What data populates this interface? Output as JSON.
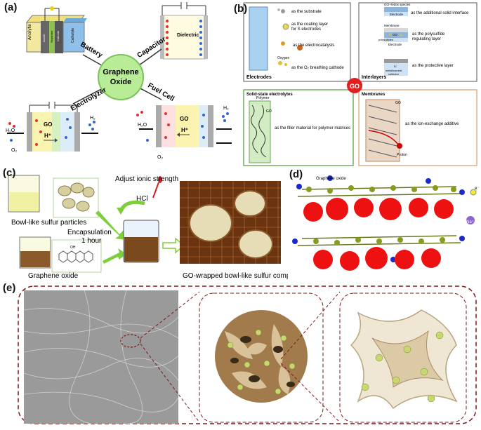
{
  "panel_a": {
    "label": "(a)",
    "center": {
      "line1": "Graphene",
      "line2": "Oxide"
    },
    "spokes": {
      "battery": "Battery",
      "capacitor": "Capacitor",
      "electrolyzer": "Electrolyzer",
      "fuel_cell": "Fuel Cell"
    },
    "battery_layers": [
      "Anolyte",
      "Anode",
      "Separator",
      "Cathode",
      "Catholyte"
    ],
    "capacitor_label": "Dielectric",
    "electrolyzer": {
      "go": "GO",
      "hplus": "H⁺",
      "h2o": "H₂O",
      "h2": "H₂",
      "o2": "O₂"
    },
    "fuelcell": {
      "go": "GO",
      "hplus": "H⁺",
      "h2o": "H₂O",
      "h2": "H₂",
      "o2": "O₂"
    }
  },
  "panel_b": {
    "label": "(b)",
    "go_badge": "GO",
    "electrodes": {
      "title": "Electrodes",
      "items": [
        "as the substrate",
        "as the coating layer",
        "for S electrodes",
        "as the electrocatalysts",
        "as the O₂ breathing cathode"
      ],
      "oxygen": "Oxygen"
    },
    "interlayers": {
      "title": "Interlayers",
      "items": [
        "as the additional solid interface",
        "as the polysulfide",
        "regulating layer",
        "as the protective layer"
      ],
      "top_label": "GO+redox species",
      "electrode": "Electrode",
      "membrane": "Membrane",
      "go": "GO",
      "polysulfides": "polysulfides",
      "li_metal": "Li",
      "li_metal2": "metal/current",
      "li_metal3": "collector"
    },
    "solid": {
      "title": "Solid-state electrolytes",
      "item": "as the filler material for polymer matrices",
      "polymer": "Polymer",
      "go": "GO"
    },
    "membranes": {
      "title": "Membranes",
      "item": "as the ion-exchange additive",
      "go": "GO",
      "proton": "Proton"
    }
  },
  "panel_c": {
    "label": "(c)",
    "bowl": "Bowl-like sulfur particles",
    "go": "Graphene oxide",
    "adjust": "Adjust ionic strength",
    "hcl": "HCl",
    "encap1": "Encapsulation",
    "encap2": "1 hour",
    "composite": "GO-wrapped bowl-like sulfur composite",
    "oh": "OH"
  },
  "panel_d": {
    "label": "(d)",
    "go": "Graphene oxide",
    "e": "e⁻",
    "na": "Na⁺"
  },
  "panel_e": {
    "label": "(e)"
  }
}
